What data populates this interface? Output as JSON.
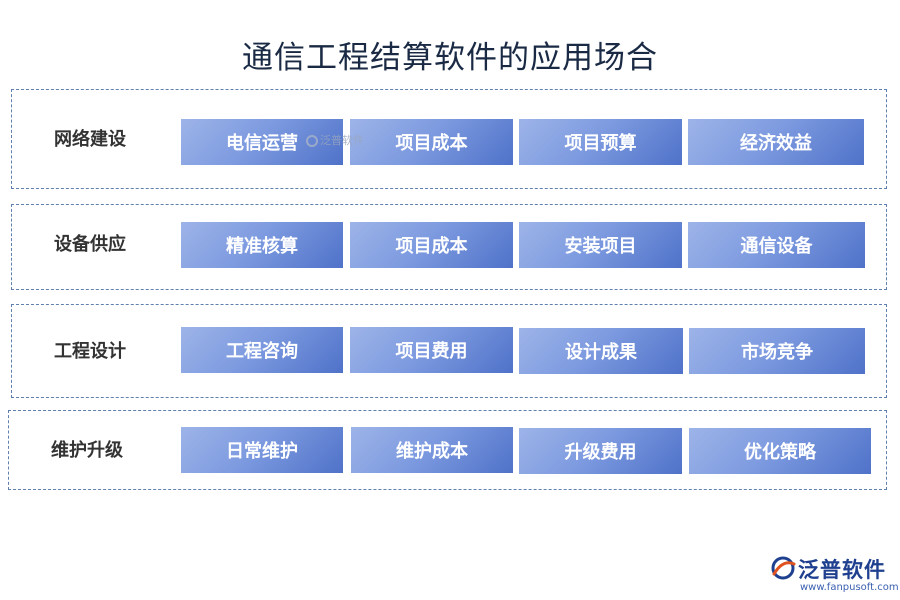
{
  "title": "通信工程结算软件的应用场合",
  "rows": [
    {
      "label": "网络建设",
      "items": [
        "电信运营",
        "项目成本",
        "项目预算",
        "经济效益"
      ]
    },
    {
      "label": "设备供应",
      "items": [
        "精准核算",
        "项目成本",
        "安装项目",
        "通信设备"
      ]
    },
    {
      "label": "工程设计",
      "items": [
        "工程咨询",
        "项目费用",
        "设计成果",
        "市场竞争"
      ]
    },
    {
      "label": "维护升级",
      "items": [
        "日常维护",
        "维护成本",
        "升级费用",
        "优化策略"
      ]
    }
  ],
  "watermark": "泛普软件",
  "brand": {
    "name": "泛普软件",
    "url": "www.fanpusoft.com",
    "colors": {
      "primary": "#1f3f8f",
      "accent": "#e0531f"
    }
  },
  "colors": {
    "cell_light": "#9db4e8",
    "cell_dark": "#4f72c9",
    "border": "#5f7fae"
  }
}
